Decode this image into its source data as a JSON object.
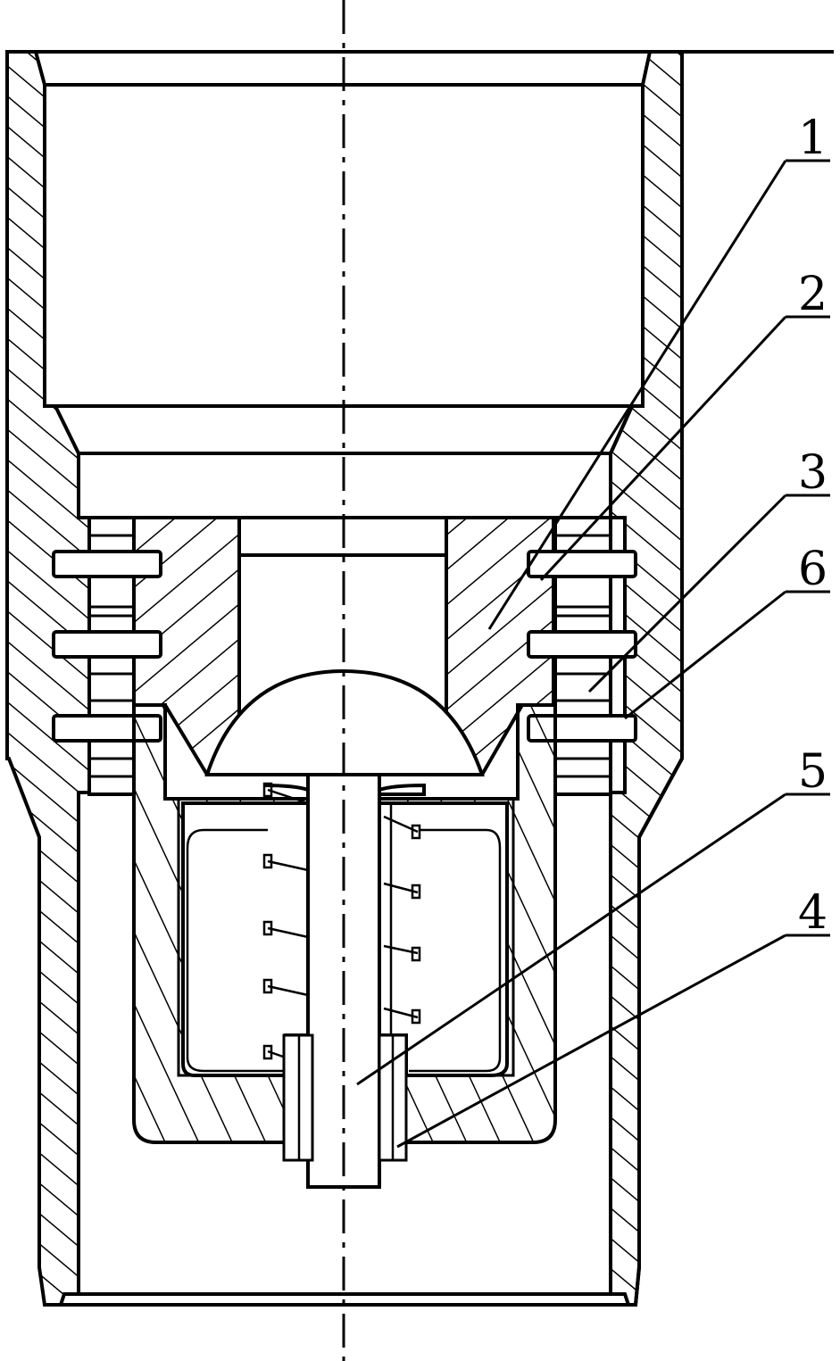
{
  "labels": [
    {
      "id": "1",
      "text": "1"
    },
    {
      "id": "2",
      "text": "2"
    },
    {
      "id": "3",
      "text": "3"
    },
    {
      "id": "6",
      "text": "6"
    },
    {
      "id": "5",
      "text": "5"
    },
    {
      "id": "4",
      "text": "4"
    }
  ],
  "colors": {
    "line": "#000000",
    "background": "#ffffff"
  }
}
